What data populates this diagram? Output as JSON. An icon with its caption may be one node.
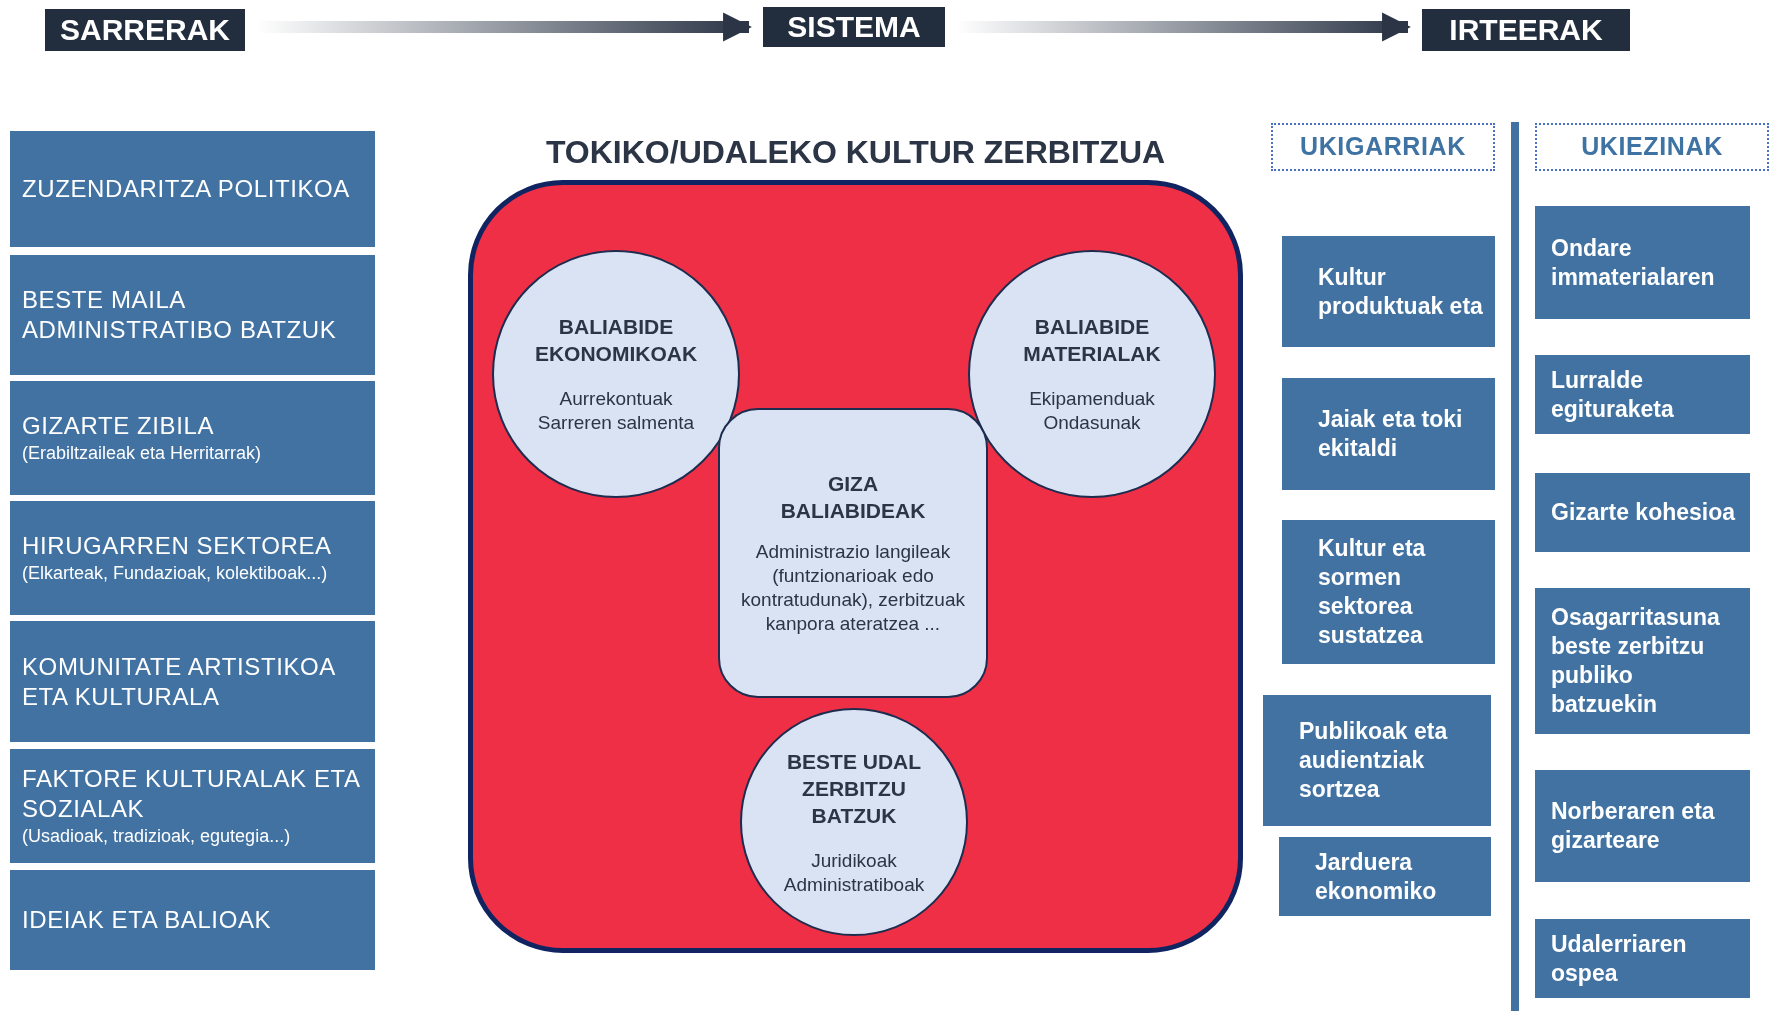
{
  "diagram": {
    "nodes": [
      {
        "text": [
          "SARRERAK"
        ]
      },
      {
        "text": [
          "SISTEMA"
        ]
      },
      {
        "text": [
          "IRTEERAK"
        ]
      },
      {
        "text": [
          "ZUZENDARITZA POLITIKOA"
        ]
      },
      {
        "text": [
          "BESTE MAILA ADMINISTRATIBO BATZUK"
        ]
      },
      {
        "text": [
          "GIZARTE ZIBILA",
          "(Erabiltzaileak eta Herritarrak)"
        ]
      },
      {
        "text": [
          "HIRUGARREN SEKTOREA",
          "(Elkarteak, Fundazioak, kolektiboak...)"
        ]
      },
      {
        "text": [
          "KOMUNITATE ARTISTIKOA ETA KULTURALA"
        ]
      },
      {
        "text": [
          "FAKTORE KULTURALAK ETA SOZIALAK",
          "(Usadioak, tradizioak, egutegia...)"
        ]
      },
      {
        "text": [
          "IDEIAK ETA BALIOAK"
        ]
      },
      {
        "text": [
          "TOKIKO/UDALEKO KULTUR ZERBITZUA"
        ]
      },
      {
        "text": [
          "BALIABIDE EKONOMIKOAK",
          "Aurrekontuak",
          "Sarreren salmenta"
        ],
        "in": 10
      },
      {
        "text": [
          "BALIABIDE MATERIALAK",
          "Ekipamenduak",
          "Ondasunak"
        ],
        "in": 10
      },
      {
        "text": [
          "GIZA BALIABIDEAK",
          "Administrazio langileak (funtzionarioak edo kontratudunak), zerbitzuak kanpora ateratzea ..."
        ],
        "in": 10
      },
      {
        "text": [
          "BESTE UDAL ZERBITZU BATZUK",
          "Juridikoak",
          "Administratiboak"
        ],
        "in": 10
      },
      {
        "text": [
          "UKIGARRIAK"
        ]
      },
      {
        "text": [
          "UKIEZINAK"
        ]
      },
      {
        "text": [
          "Kultur produktuak eta"
        ]
      },
      {
        "text": [
          "Jaiak eta toki ekitaldi"
        ]
      },
      {
        "text": [
          "Kultur eta sormen sektorea sustatzea"
        ]
      },
      {
        "text": [
          "Publikoak eta audientziak sortzea"
        ]
      },
      {
        "text": [
          "Jarduera ekonomiko"
        ]
      },
      {
        "text": [
          "Ondare immaterialaren"
        ]
      },
      {
        "text": [
          "Lurralde egituraketa"
        ]
      },
      {
        "text": [
          "Gizarte kohesioa"
        ]
      },
      {
        "text": [
          "Osagarritasuna beste zerbitzu publiko batzuekin"
        ]
      },
      {
        "text": [
          "Norberaren eta gizarteare"
        ]
      },
      {
        "text": [
          "Udalerriaren ospea"
        ]
      }
    ],
    "edges": [
      {
        "from": 0,
        "to": 1,
        "arrow": "to"
      },
      {
        "from": 1,
        "to": 2,
        "arrow": "to"
      }
    ]
  }
}
